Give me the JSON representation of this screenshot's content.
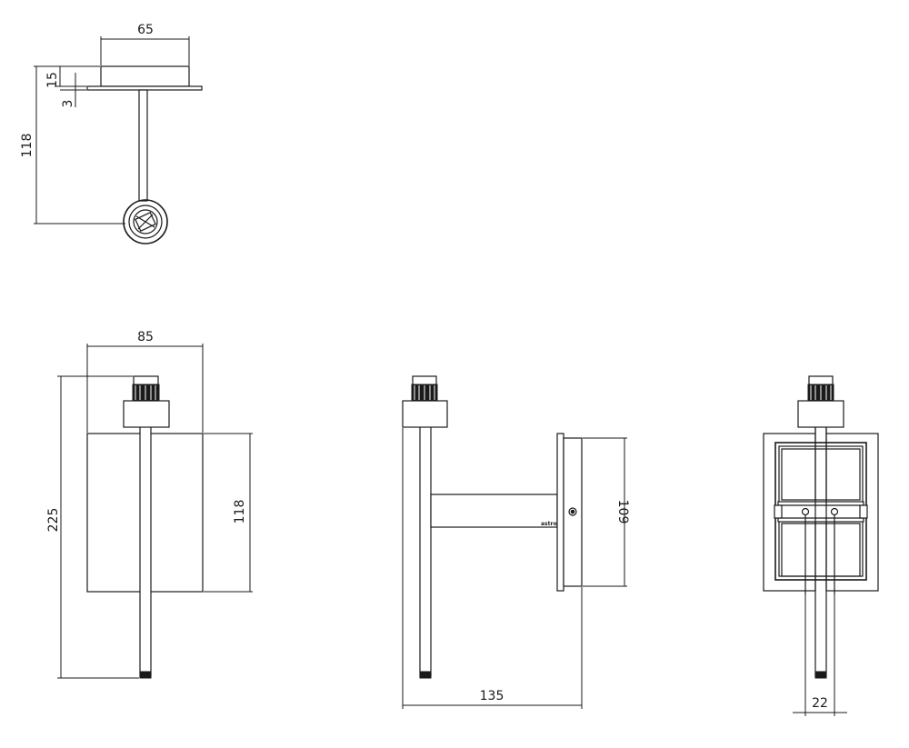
{
  "dimensions": {
    "top_width": "65",
    "top_depth_15": "15",
    "top_plate_3": "3",
    "top_projection": "118",
    "front_width": "85",
    "front_height": "225",
    "front_plate_height": "118",
    "side_plate_height": "109",
    "side_projection": "135",
    "back_slot": "22"
  },
  "side_view": {
    "logo_text": "astro"
  }
}
